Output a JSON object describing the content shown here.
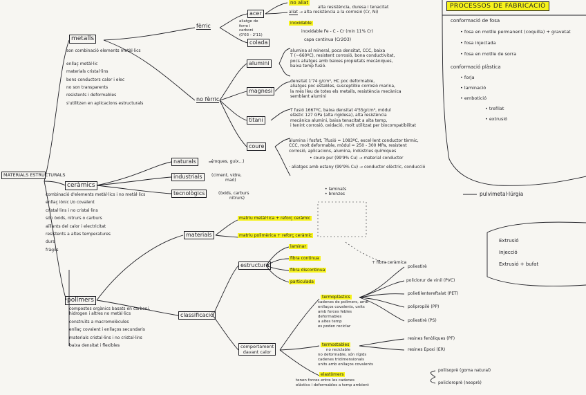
{
  "root": "MATERIALS ESTRUCTURALS",
  "metalls": {
    "title": "metalls",
    "props": [
      "son combinació elements metàl·lics",
      "enllaç metàl·lic",
      "materials cristal·lins",
      "bons conductors calor i elec",
      "no son transparents",
      "resistents i deformables",
      "s'utilitzen en aplicacions estructurals"
    ],
    "ferric": {
      "title": "fèrric",
      "acer": "acer",
      "acer_notes": [
        "aliatge de",
        "ferro i",
        "carboni",
        "(0'03 - 2'11)"
      ],
      "acer_desc": [
        "alta resistència, duresa i tenacitat",
        "alta resistència a la corrosió (Cr, Ni)",
        "inoxidable  Fe - C - Cr (min 11% Cr)",
        "capa continua (Cr2O3)"
      ],
      "acer_head": "no aliat",
      "acer_sub": "aliat",
      "inox": "inoxidable",
      "colada": "colada"
    },
    "noferric": {
      "title": "no fèrric",
      "alumini": "alumini",
      "alumini_desc": [
        "alumina al mineral, poca densitat, CCC, baixa",
        "T (~660ºC), resistent corrosió, bona conductivitat,",
        "pocs aliatges amb baixes propietats mecàniques,",
        "baixa temp fusió."
      ],
      "magnesi": "magnesi",
      "magnesi_desc": [
        "densitat 1'74 g/cm³, HC poc deformable,",
        "aliatges poc estables, susceptible corrosió marina,",
        "la més lleu de totes els metalls, resistència mecànica",
        "semblant alumini"
      ],
      "titani": "titani",
      "titani_desc": [
        "T fusió 1667ºC, baixa densitat 4'55g/cm³, mòdul",
        "elàstic 127 GPa (alta rigidesa), alta resistència",
        "mecànica alumini, baixa tenacitat a alta temp,",
        "i tenint corrosió, oxidació, molt utilitzat per biocompatibilitat"
      ],
      "coure": "coure",
      "coure_desc": [
        "alumina i fosfat, Tfusió = 1083ºC, excel·lent conductor tèrmic,",
        "CCC, molt deformable, mòdul = 250 - 300 MPa, resistent",
        "corrosió, aplicacions, alumina, indústries químiques",
        "• coure pur (99'9% Cu) → material conductor",
        "· aliatges amb estany (99'9% Cu) → conductor elèctric, conducció"
      ]
    }
  },
  "ceramics": {
    "title": "ceràmics",
    "props": [
      "combinació d'elements metàl·lics i no metàl·lics",
      "enllaç iònic i/o covalent",
      "cristal·lins i no cristal·lins",
      "són òxids, nitrurs o carburs",
      "aïllants del calor i electricitat",
      "resistents a altes temperatures",
      "durs",
      "fràgils"
    ],
    "naturals": "naturals",
    "naturals_desc": "(roques, guix...)",
    "industrials": "industrials",
    "industrials_desc": [
      "(ciment, vidre,",
      "maó)"
    ],
    "tecnologics": "tecnològics",
    "tecnologics_desc": [
      "(òxids, carburs",
      "nitrurs)"
    ]
  },
  "polimers": {
    "title": "polímers",
    "props": [
      "compostos orgànics basats en carboni, hidrogen i altres no metàl·lics",
      "construïts a macromolècules",
      "enllaç covalent i enllaços secundaris",
      "materials cristal·lins i no cristal·lins",
      "baixa densitat i flexibles"
    ]
  },
  "materials_compostos": {
    "title": "materials",
    "matriu1": "matriu metàl·lica + reforç ceràmic",
    "matriu2": "matriu polimèrica + reforç ceràmic",
    "estructura": "estructura",
    "struct_items": [
      "laminar",
      "fibra continua",
      "fibra discontinua",
      "particulada"
    ],
    "struct_note": "+ fibra ceràmica",
    "laminats": [
      "• laminats",
      "• bronzes"
    ]
  },
  "classificacio": {
    "title": "classificació",
    "comportament": "comportament",
    "davant": "davant calor",
    "termoplastics": "termoplàstics",
    "termoplastics_desc": [
      "cadenes de polímers, amb",
      "enllaços covalents, units",
      "amb forces febles",
      "deformables",
      "a altes temp",
      "es poden reciclar"
    ],
    "termoplastics_list": [
      "poliestirè",
      "policlorur de vinil (PVC)",
      "polietilentereftalat (PET)",
      "polipropilè (PP)",
      "poliestirè (PS)"
    ],
    "termostables": "termostables",
    "termostables_desc": [
      "no reciclable",
      "no deformable, són rígids",
      "cadenes tridimensionals",
      "units amb enllaços covalents"
    ],
    "termostables_list": [
      "resines fenòliques (PF)",
      "resines Epoxi (ER)"
    ],
    "elastomers": "elastòmers",
    "elastomers_desc": [
      "tenen forces entre les cadenes",
      "elàstics i deformables a temp ambient"
    ],
    "elastomers_list": [
      "poliisoprè (goma natural)",
      "policloroprè (neoprè)"
    ]
  },
  "processos": {
    "title": "PROCESSOS DE FABRICACIÓ",
    "items": [
      "conformació de fosa",
      "• fosa en motlle permanent (coquilla) + gravetat",
      "• fosa injectada",
      "• fosa en motlle de sorra",
      "conformació plàstica",
      "• forja",
      "• laminació",
      "• embotició",
      "• trefilat",
      "• extrusió"
    ],
    "pulvi": "pulvimetal·lúrgia",
    "extra": [
      "Extrusió",
      "Injecció",
      "Extrusió + bufat"
    ]
  }
}
